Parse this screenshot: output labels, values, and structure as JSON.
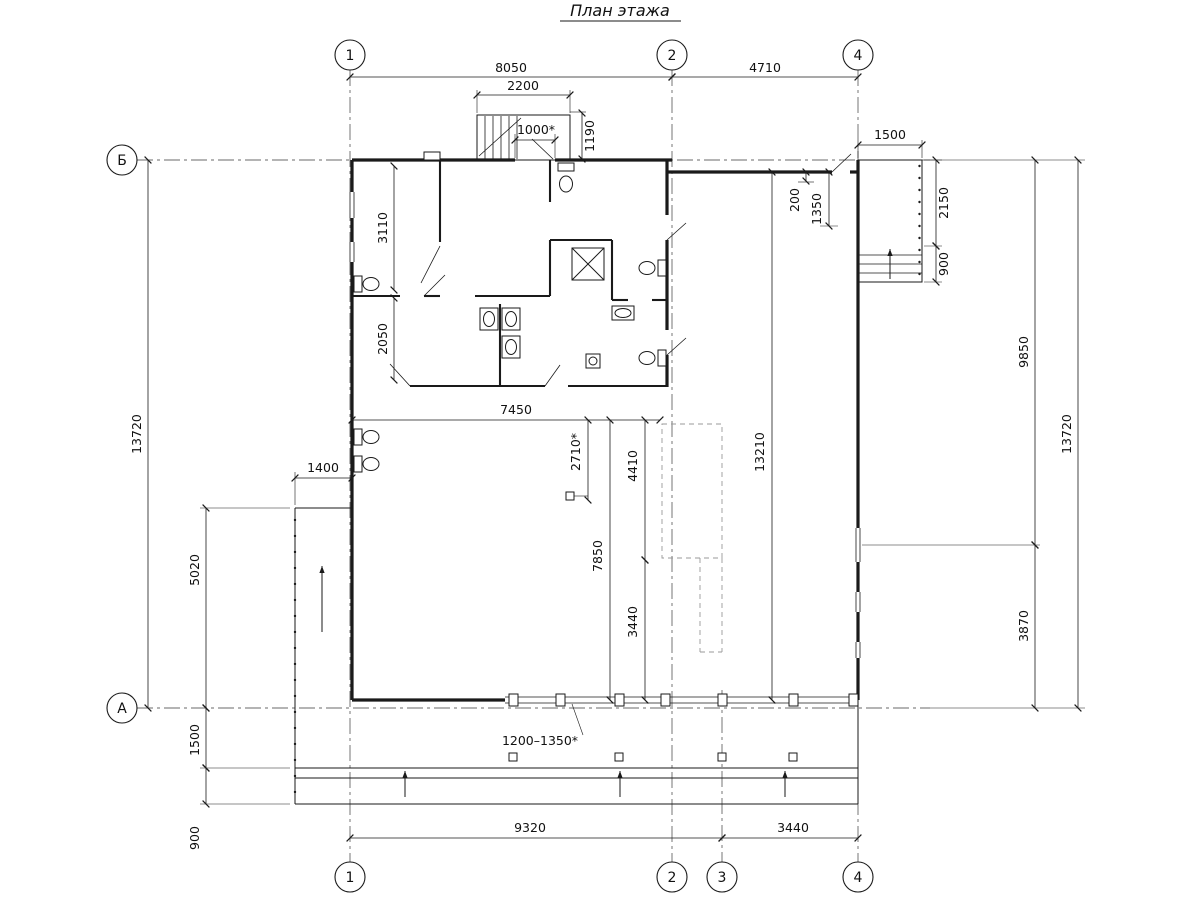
{
  "title": "План этажа",
  "axes": {
    "top": [
      "1",
      "2",
      "4"
    ],
    "bottom": [
      "1",
      "2",
      "3",
      "4"
    ],
    "left": [
      "Б",
      "А"
    ]
  },
  "dims": {
    "d8050": "8050",
    "d4710": "4710",
    "d2200": "2200",
    "d1000": "1000*",
    "d1190": "1190",
    "d1500_balcony": "1500",
    "d200": "200",
    "d1350": "1350",
    "d2150": "2150",
    "d900_balcony": "900",
    "d13720_left": "13720",
    "d3110": "3110",
    "d2050": "2050",
    "d1400": "1400",
    "d5020": "5020",
    "d1500_porch": "1500",
    "d900_porch": "900",
    "d7450": "7450",
    "d2710": "2710*",
    "d4410": "4410",
    "d13210": "13210",
    "d7850": "7850",
    "d3440_mid": "3440",
    "d9850": "9850",
    "d3870": "3870",
    "d13720_right": "13720",
    "d1200_1350": "1200–1350*",
    "d9320": "9320",
    "d3440_bottom": "3440"
  }
}
